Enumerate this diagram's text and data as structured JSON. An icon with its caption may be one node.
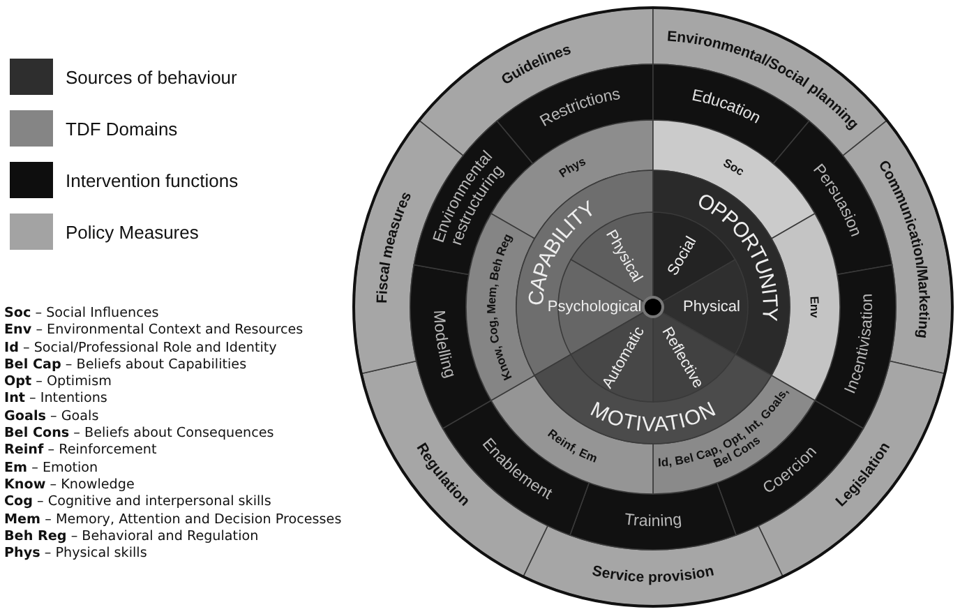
{
  "diagram": {
    "nodes": [
      {
        "text": [
          "Guidelines"
        ]
      },
      {
        "text": [
          "Environmental/Social planning"
        ]
      },
      {
        "text": [
          "Communication/Marketing"
        ]
      },
      {
        "text": [
          "Legislation"
        ]
      },
      {
        "text": [
          "Service provision"
        ]
      },
      {
        "text": [
          "Regulation"
        ]
      },
      {
        "text": [
          "Fiscal measures"
        ]
      },
      {
        "text": [
          "Restrictions"
        ]
      },
      {
        "text": [
          "Education"
        ]
      },
      {
        "text": [
          "Persuasion"
        ]
      },
      {
        "text": [
          "Incentivisation"
        ]
      },
      {
        "text": [
          "Coercion"
        ]
      },
      {
        "text": [
          "Training"
        ]
      },
      {
        "text": [
          "Enablement"
        ]
      },
      {
        "text": [
          "Modelling"
        ]
      },
      {
        "text": [
          "Environmental restructuring"
        ]
      },
      {
        "text": [
          "Phys"
        ]
      },
      {
        "text": [
          "Soc"
        ]
      },
      {
        "text": [
          "Env"
        ]
      },
      {
        "text": [
          "Id, Bel Cap, Opt, Int, Goals, Bel Cons"
        ]
      },
      {
        "text": [
          "Reinf, Em"
        ]
      },
      {
        "text": [
          "Know, Cog, Mem, Beh Reg"
        ]
      },
      {
        "text": [
          "CAPABILITY"
        ]
      },
      {
        "text": [
          "Physical"
        ],
        "in": 22
      },
      {
        "text": [
          "Psychological"
        ],
        "in": 22
      },
      {
        "text": [
          "OPPORTUNITY"
        ]
      },
      {
        "text": [
          "Social"
        ],
        "in": 25
      },
      {
        "text": [
          "Physical"
        ],
        "in": 25
      },
      {
        "text": [
          "MOTIVATION"
        ]
      },
      {
        "text": [
          "Reflective"
        ],
        "in": 28
      },
      {
        "text": [
          "Automatic"
        ],
        "in": 28
      }
    ],
    "labels": [
      "**Soc** – Social Influences",
      "**Env** – Environmental Context and Resources",
      "**Id** – Social/Professional Role and Identity",
      "**Bel Cap** – Beliefs about Capabilities",
      "**Opt** – Optimism",
      "**Int** – Intentions",
      "**Goals** – Goals",
      "**Bel Cons** – Beliefs about Consequences",
      "**Reinf** – Reinforcement",
      "**Em** – Emotion",
      "**Know** – Knowledge",
      "**Cog** – Cognitive and interpersonal skills",
      "**Mem** – Memory, Attention and Decision Processes",
      "**Beh Reg** – Behavioral and Regulation",
      "**Phys** – Physical skills"
    ],
    "legend": [
      {
        "text": "Sources of behaviour",
        "color": "#2e2e2e"
      },
      {
        "text": "TDF Domains",
        "color": "#858585"
      },
      {
        "text": "Intervention functions",
        "color": "#0e0e0e"
      },
      {
        "text": "Policy Measures",
        "color": "#a3a3a3"
      }
    ]
  }
}
